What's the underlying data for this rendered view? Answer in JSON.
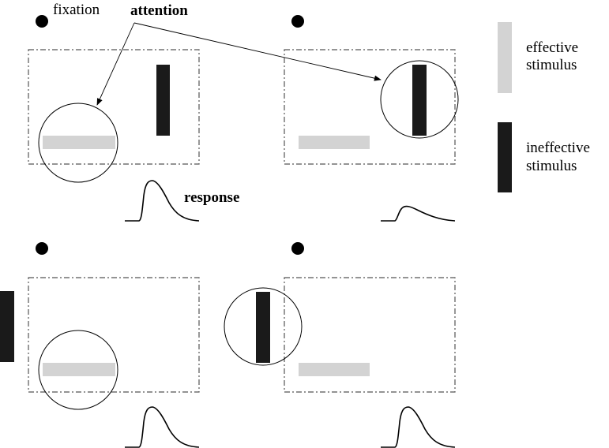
{
  "labels": {
    "fixation": "fixation",
    "attention": "attention",
    "response": "response"
  },
  "legend": {
    "effective_line1": "effective",
    "effective_line2": "stimulus",
    "ineffective_line1": "ineffective",
    "ineffective_line2": "stimulus"
  },
  "colors": {
    "effective_stimulus": "#d3d3d3",
    "ineffective_stimulus": "#1a1a1a",
    "fixation_dot": "#000000",
    "receptive_field_border": "#555555"
  }
}
